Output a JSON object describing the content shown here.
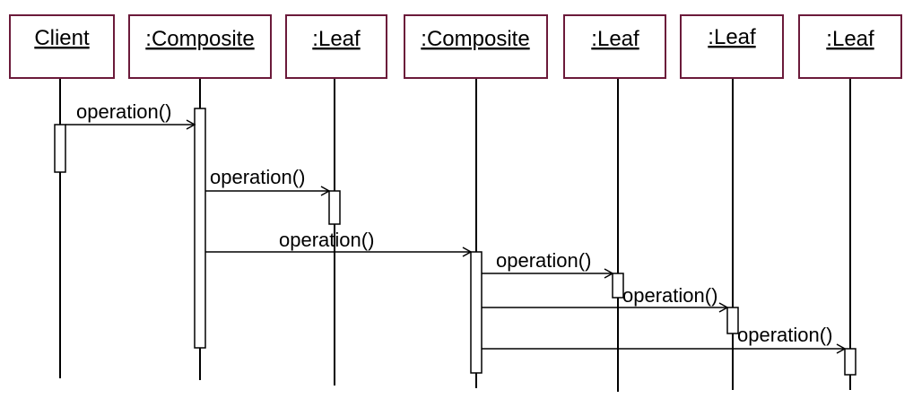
{
  "diagram": {
    "objects": [
      {
        "id": "client",
        "label": "Client"
      },
      {
        "id": "composite-1",
        "label": ":Composite"
      },
      {
        "id": "leaf-1",
        "label": ":Leaf"
      },
      {
        "id": "composite-2",
        "label": ":Composite"
      },
      {
        "id": "leaf-2",
        "label": ":Leaf"
      },
      {
        "id": "leaf-3",
        "label": ":Leaf"
      },
      {
        "id": "leaf-4",
        "label": ":Leaf"
      }
    ],
    "messages": [
      {
        "from": "client",
        "to": "composite-1",
        "label": "operation()"
      },
      {
        "from": "composite-1",
        "to": "leaf-1",
        "label": "operation()"
      },
      {
        "from": "composite-1",
        "to": "composite-2",
        "label": "operation()"
      },
      {
        "from": "composite-2",
        "to": "leaf-2",
        "label": "operation()"
      },
      {
        "from": "composite-2",
        "to": "leaf-3",
        "label": "operation()"
      },
      {
        "from": "composite-2",
        "to": "leaf-4",
        "label": "operation()"
      }
    ],
    "colors": {
      "object_border": "#6b1a3a",
      "line": "#000000",
      "background": "#ffffff"
    }
  }
}
